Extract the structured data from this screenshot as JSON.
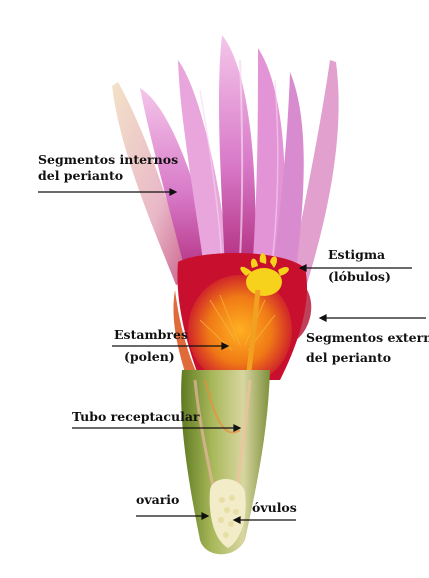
{
  "labels": {
    "segmentos_internos": [
      "Segmentos internos",
      "del perianto"
    ],
    "estigma": [
      "Estigma",
      "(lóbulos)"
    ],
    "estambres": [
      "Estambres",
      "(polen)"
    ],
    "segmentos_externos": [
      "Segmentos externos",
      "del perianto"
    ],
    "tubo_receptacular": "Tubo receptacular",
    "ovario": "ovario",
    "ovulos": "óvulos"
  },
  "colors": {
    "petal_pink": "#e8a6dd",
    "petal_magenta": "#c64ab0",
    "base_red": "#c8102e",
    "stamen_orange": "#f28a1a",
    "stigma_yellow": "#f7d21c",
    "tube_green": "#7f9a3a",
    "ovary_cream": "#f2ecc8"
  }
}
